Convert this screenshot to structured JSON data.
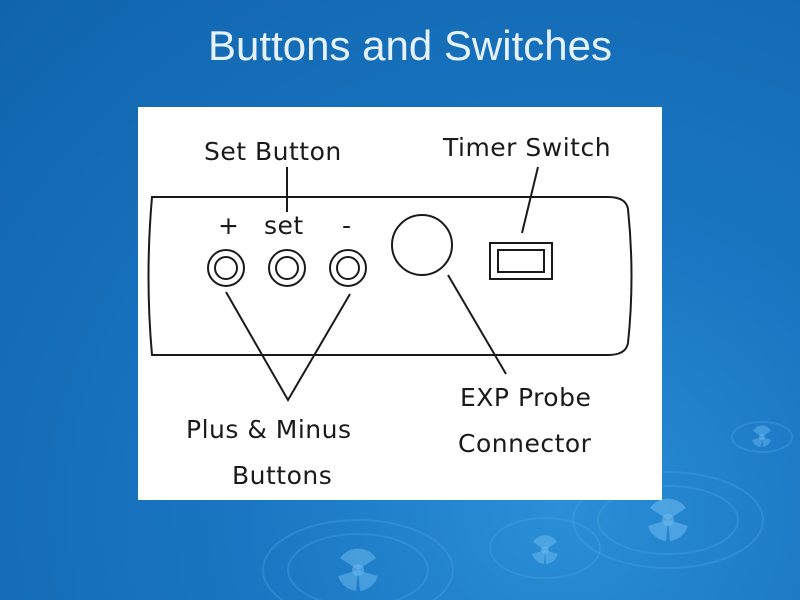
{
  "slide": {
    "title": "Buttons and Switches"
  },
  "diagram": {
    "labels": {
      "set_button": "Set Button",
      "timer_switch": "Timer Switch",
      "plus_symbol": "+",
      "set_symbol": "set",
      "minus_symbol": "-",
      "exp_probe_line1": "EXP Probe",
      "exp_probe_line2": "Connector",
      "plus_minus_line1": "Plus & Minus",
      "plus_minus_line2": "Buttons"
    }
  },
  "colors": {
    "background": "#1a76c2",
    "title_text": "#e6f2fb",
    "diagram_bg": "#ffffff",
    "line": "#1a1a1a"
  }
}
